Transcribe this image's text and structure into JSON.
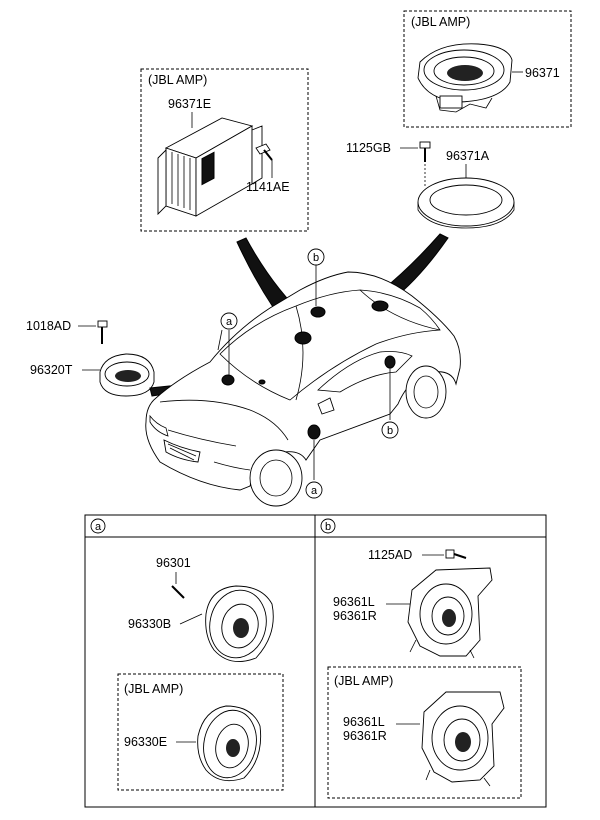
{
  "labels": {
    "top_right_box_title": "(JBL AMP)",
    "top_right_part": "96371",
    "amp_box_title": "(JBL AMP)",
    "amp_part": "96371E",
    "amp_bolt": "1141AE",
    "screw_top": "1125GB",
    "ring_part": "96371A",
    "bolt_left": "1018AD",
    "speaker_left": "96320T",
    "section_a_marker": "a",
    "section_b_marker": "b",
    "a_screw": "96301",
    "a_speaker": "96330B",
    "a_jbl_title": "(JBL AMP)",
    "a_jbl_speaker": "96330E",
    "b_screw": "1125AD",
    "b_speaker_l": "96361L",
    "b_speaker_r": "96361R",
    "b_jbl_title": "(JBL AMP)",
    "b_jbl_speaker_l": "96361L",
    "b_jbl_speaker_r": "96361R"
  },
  "callouts": {
    "car_a_upper": "a",
    "car_a_lower": "a",
    "car_b_upper": "b",
    "car_b_lower": "b"
  }
}
